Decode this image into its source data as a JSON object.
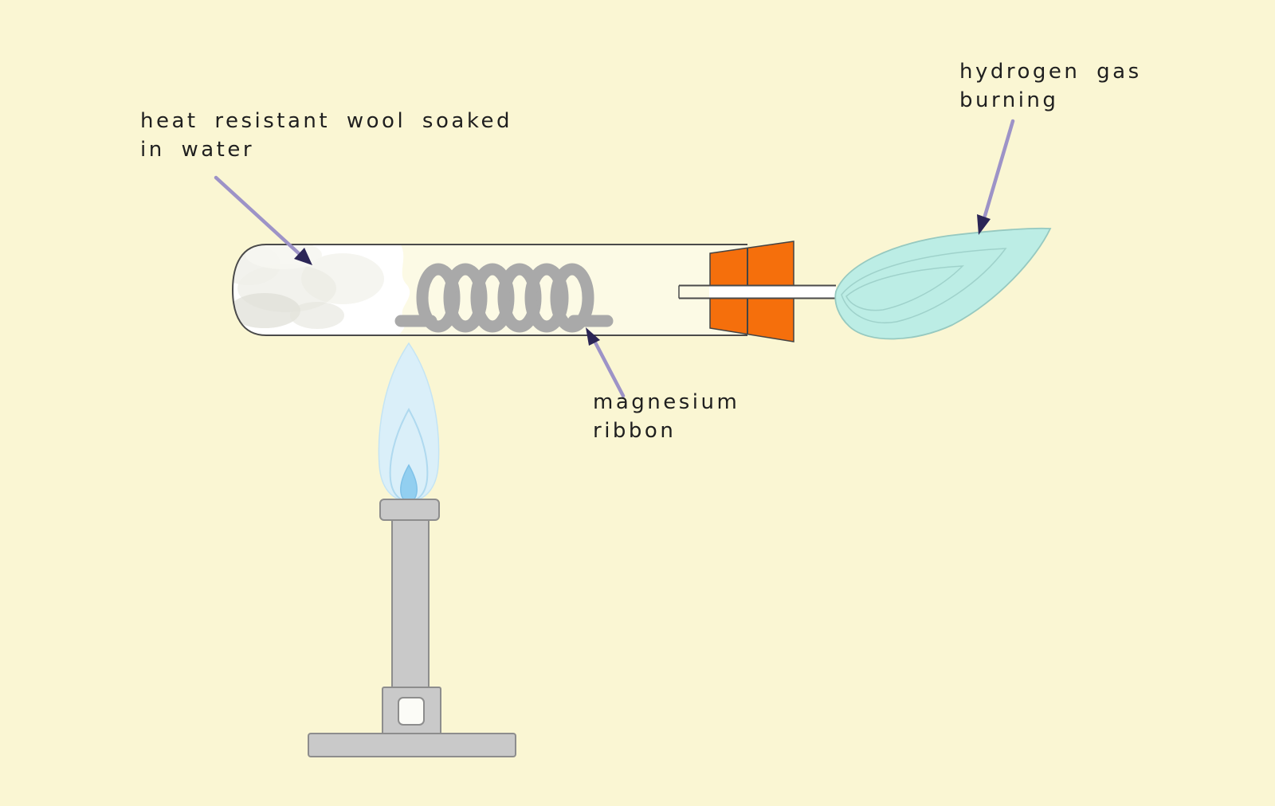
{
  "labels": {
    "wool": {
      "line1": "heat resistant wool soaked",
      "line2": "in water"
    },
    "magnesium": {
      "line1": "magnesium",
      "line2": "ribbon"
    },
    "hydrogen": {
      "line1": "hydrogen gas",
      "line2": "burning"
    }
  },
  "colors": {
    "background": "#FAF6D3",
    "tube_interior": "#FCFAE5",
    "tube_outline": "#4A4A4A",
    "wool_white": "#FFFFFF",
    "coil_gray": "#A9A9A9",
    "bung_orange": "#F56F0C",
    "delivery_tube_white": "#FFFFFF",
    "hydrogen_flame": "#BCEDE5",
    "hydrogen_flame_stroke": "#96C9C0",
    "bunsen_flame_outer": "#DAEFF9",
    "bunsen_flame_inner": "#92CFF0",
    "burner_gray": "#C9C9C9",
    "burner_hole_white": "#FCFCF7",
    "arrow_line": "#9D93C7",
    "arrow_head": "#2B2556",
    "text": "#1F1F1F"
  }
}
